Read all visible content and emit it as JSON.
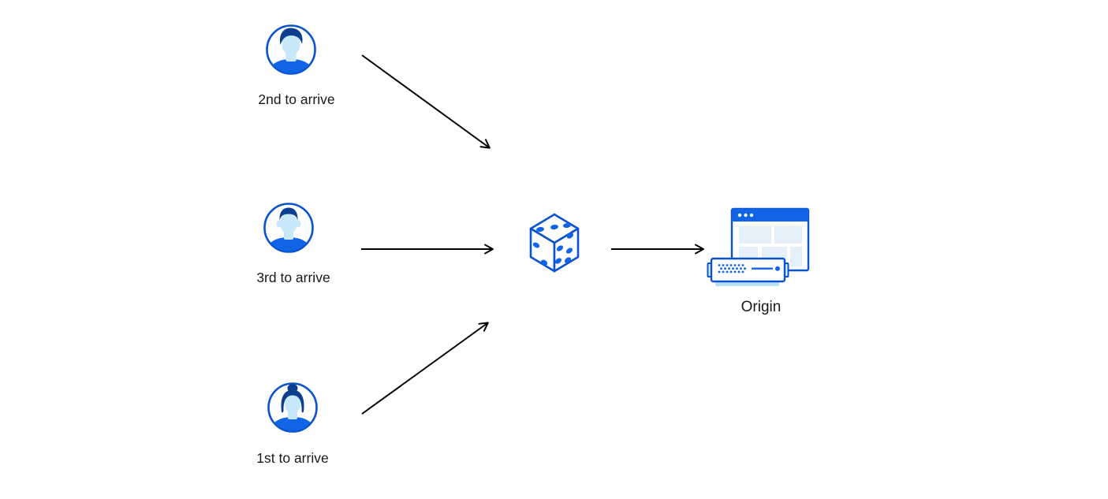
{
  "diagram": {
    "clients": [
      {
        "id": "client-top",
        "label": "2nd to arrive",
        "icon": "user-male-swept-hair-avatar-icon"
      },
      {
        "id": "client-middle",
        "label": "3rd to arrive",
        "icon": "user-male-crew-cut-avatar-icon"
      },
      {
        "id": "client-bottom",
        "label": "1st to arrive",
        "icon": "user-female-bun-avatar-icon"
      }
    ],
    "selector": {
      "id": "random-selector",
      "icon": "dice-icon"
    },
    "origin": {
      "id": "origin",
      "label": "Origin",
      "icon": "origin-server-browser-icon"
    },
    "edges": [
      {
        "from": "client-top",
        "to": "random-selector"
      },
      {
        "from": "client-middle",
        "to": "random-selector"
      },
      {
        "from": "client-bottom",
        "to": "random-selector"
      },
      {
        "from": "random-selector",
        "to": "origin"
      }
    ],
    "colors": {
      "stroke_blue": "#0a53cb",
      "fill_blue": "#1164e6",
      "hair_navy": "#0c3d8f",
      "face_light_blue": "#c7e8f8",
      "panel_light_blue": "#e4eff9",
      "server_base_blue": "#b9e0f5",
      "tab_fill_blue": "#ddeffb",
      "arrow_black": "#000000",
      "text_dark": "#17181c",
      "background": "#ffffff"
    }
  }
}
